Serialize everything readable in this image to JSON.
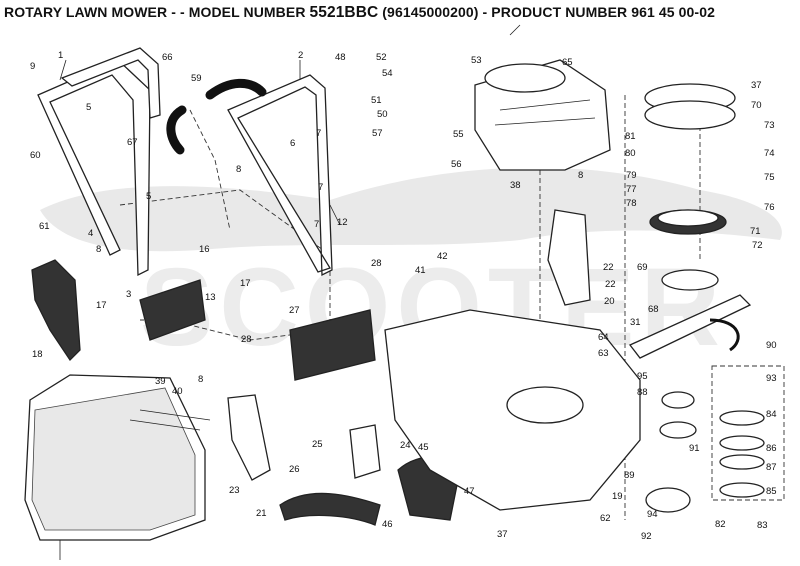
{
  "title": {
    "prefix": "ROTARY LAWN MOWER - - MODEL NUMBER",
    "model": "5521BBC",
    "suffix": "(96145000200) - PRODUCT NUMBER 961 45 00-02"
  },
  "watermark": "SCOOTER",
  "part_labels": [
    "1",
    "2",
    "3",
    "4",
    "5",
    "5",
    "6",
    "7",
    "7",
    "7",
    "8",
    "8",
    "8",
    "8",
    "9",
    "12",
    "13",
    "16",
    "17",
    "17",
    "18",
    "19",
    "20",
    "21",
    "22",
    "22",
    "23",
    "24",
    "25",
    "26",
    "27",
    "28",
    "28",
    "31",
    "37",
    "37",
    "38",
    "39",
    "40",
    "41",
    "42",
    "45",
    "46",
    "47",
    "48",
    "50",
    "51",
    "52",
    "53",
    "54",
    "55",
    "56",
    "57",
    "59",
    "60",
    "61",
    "62",
    "63",
    "64",
    "65",
    "66",
    "67",
    "68",
    "69",
    "70",
    "71",
    "72",
    "73",
    "74",
    "75",
    "76",
    "77",
    "78",
    "79",
    "80",
    "81",
    "82",
    "83",
    "84",
    "85",
    "86",
    "87",
    "88",
    "89",
    "90",
    "91",
    "92",
    "93",
    "94",
    "95"
  ]
}
